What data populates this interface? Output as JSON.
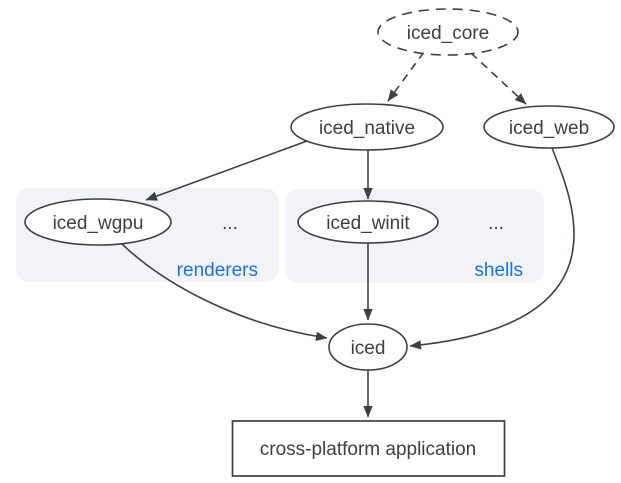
{
  "diagram": {
    "name": "iced ecosystem architecture diagram",
    "colors": {
      "background": "#ffffff",
      "stroke": "#3c4043",
      "text": "#3c4043",
      "accent": "#1a73e8",
      "group_fill": "#f1f3f6",
      "node_fill": "#ffffff"
    },
    "nodes": {
      "iced_core": {
        "label": "iced_core",
        "shape": "dashed-ellipse"
      },
      "iced_native": {
        "label": "iced_native",
        "shape": "ellipse"
      },
      "iced_web": {
        "label": "iced_web",
        "shape": "ellipse"
      },
      "iced_wgpu": {
        "label": "iced_wgpu",
        "shape": "ellipse"
      },
      "iced_winit": {
        "label": "iced_winit",
        "shape": "ellipse"
      },
      "iced": {
        "label": "iced",
        "shape": "ellipse"
      },
      "app": {
        "label": "cross-platform application",
        "shape": "rect"
      }
    },
    "groups": {
      "renderers": {
        "label": "renderers",
        "ellipsis": "..."
      },
      "shells": {
        "label": "shells",
        "ellipsis": "..."
      }
    },
    "edges": [
      {
        "from": "iced_core",
        "to": "iced_native",
        "style": "dashed"
      },
      {
        "from": "iced_core",
        "to": "iced_web",
        "style": "dashed"
      },
      {
        "from": "iced_native",
        "to": "iced_wgpu",
        "style": "solid"
      },
      {
        "from": "iced_native",
        "to": "iced_winit",
        "style": "solid"
      },
      {
        "from": "iced_wgpu",
        "to": "iced",
        "style": "solid"
      },
      {
        "from": "iced_winit",
        "to": "iced",
        "style": "solid"
      },
      {
        "from": "iced_web",
        "to": "iced",
        "style": "solid"
      },
      {
        "from": "iced",
        "to": "app",
        "style": "solid"
      }
    ]
  }
}
